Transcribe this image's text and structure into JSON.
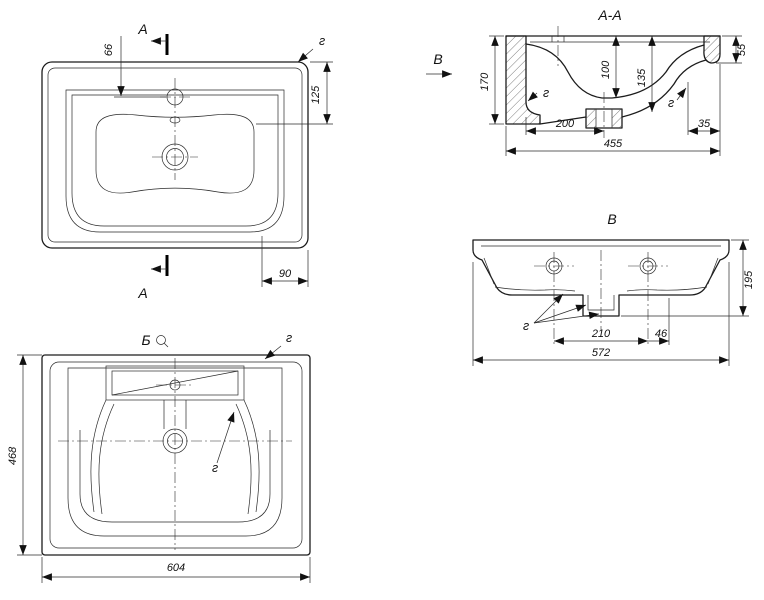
{
  "plan_view": {
    "section_letter_top": "А",
    "section_letter_bottom": "А",
    "corner_callout": "г",
    "dim_faucet_offset": "66",
    "dim_top_to_overflow": "125",
    "dim_corner": "90"
  },
  "bottom_view": {
    "view_letter": "Б",
    "corner_callout": "г",
    "rib_callout": "г",
    "dim_depth": "468",
    "dim_width": "604"
  },
  "section_view": {
    "title": "А-А",
    "view_direction_letter": "В",
    "callout_left": "г",
    "callout_right": "г",
    "dim_height": "170",
    "dim_bowl_depth": "100",
    "dim_shell_depth": "135",
    "dim_apron_height": "55",
    "dim_bowl_length": "200",
    "dim_right_offset": "35",
    "dim_total_length": "455"
  },
  "front_view": {
    "title": "В",
    "callout": "г",
    "dim_height": "195",
    "dim_hole_spacing": "210",
    "dim_offset": "46",
    "dim_width": "572"
  }
}
